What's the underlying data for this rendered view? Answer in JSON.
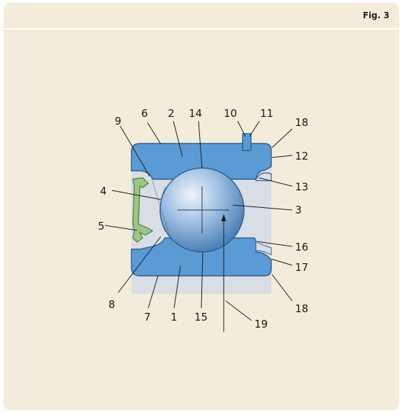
{
  "figure": {
    "label": "Fig. 3"
  },
  "callouts": {
    "c1": "1",
    "c2": "2",
    "c3": "3",
    "c4": "4",
    "c5": "5",
    "c6": "6",
    "c7": "7",
    "c8": "8",
    "c9": "9",
    "c10": "10",
    "c11": "11",
    "c12": "12",
    "c13": "13",
    "c14": "14",
    "c15": "15",
    "c16": "16",
    "c17": "17",
    "c18a": "18",
    "c18b": "18",
    "c19": "19"
  },
  "colors": {
    "panel_bg": "#f3ecdb",
    "ring_blue": "#5b9bd5",
    "ring_outline": "#2d5f8a",
    "section_grey": "#d9dde6",
    "ball_highlight": "#e8f0fa",
    "ball_shadow": "#3f78b3",
    "seal_green": "#9bc783",
    "seal_outline": "#4a7a3a"
  }
}
